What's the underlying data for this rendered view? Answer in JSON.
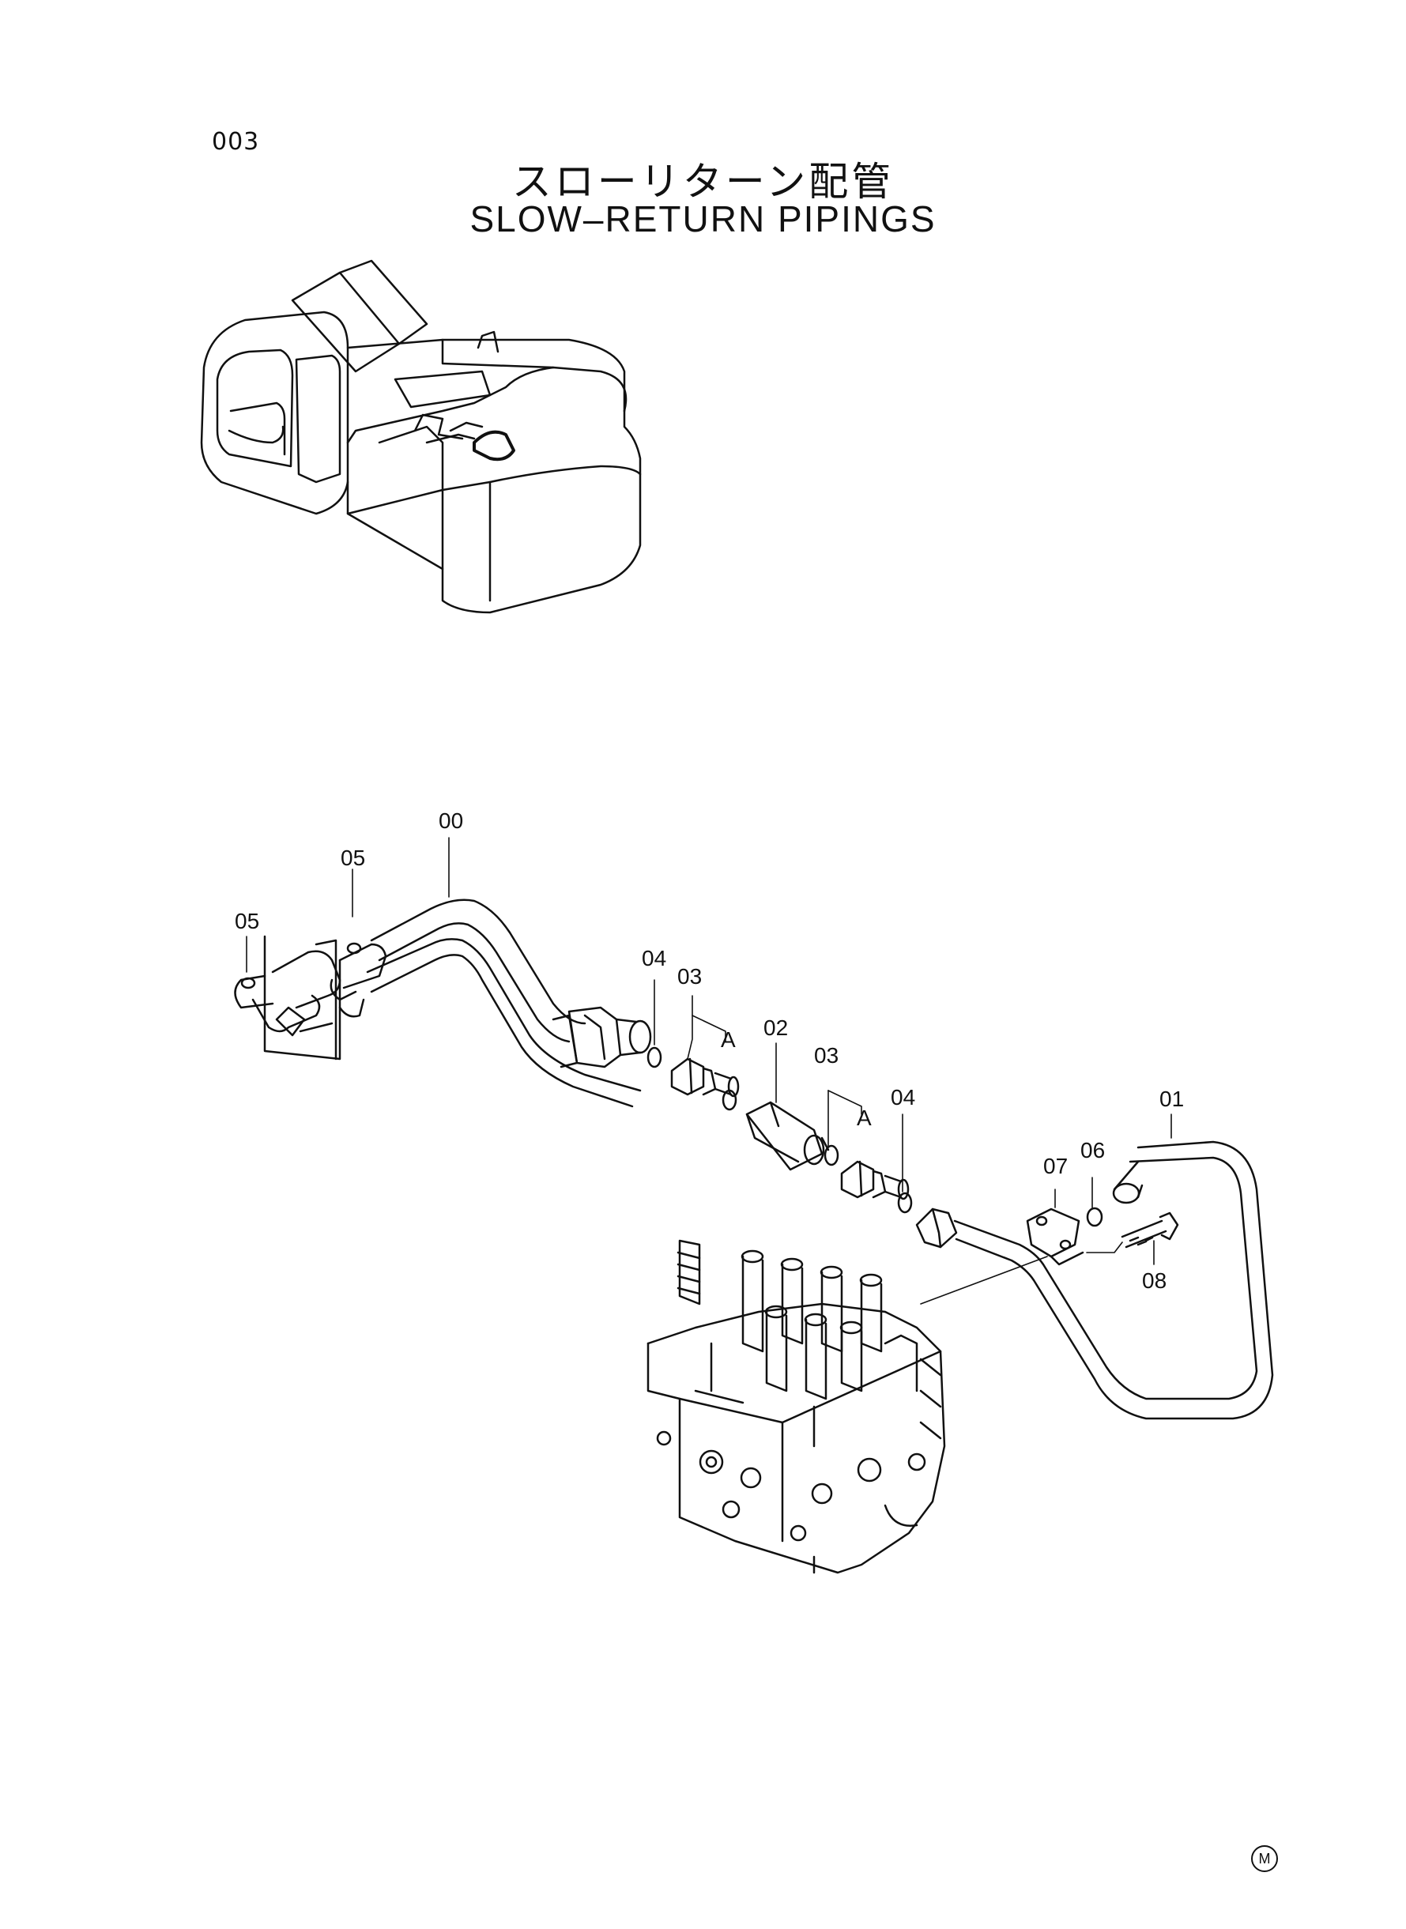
{
  "page": {
    "number": "003",
    "title_jp": "スローリターン配管",
    "title_en": "SLOW–RETURN  PIPINGS",
    "corner_mark": "M"
  },
  "callouts": {
    "c00": "00",
    "c01": "01",
    "c02": "02",
    "c03a": "03",
    "c03b": "03",
    "c04a": "04",
    "c04b": "04",
    "c05a": "05",
    "c05b": "05",
    "c06": "06",
    "c07": "07",
    "c08": "08",
    "ca1": "A",
    "ca2": "A"
  }
}
